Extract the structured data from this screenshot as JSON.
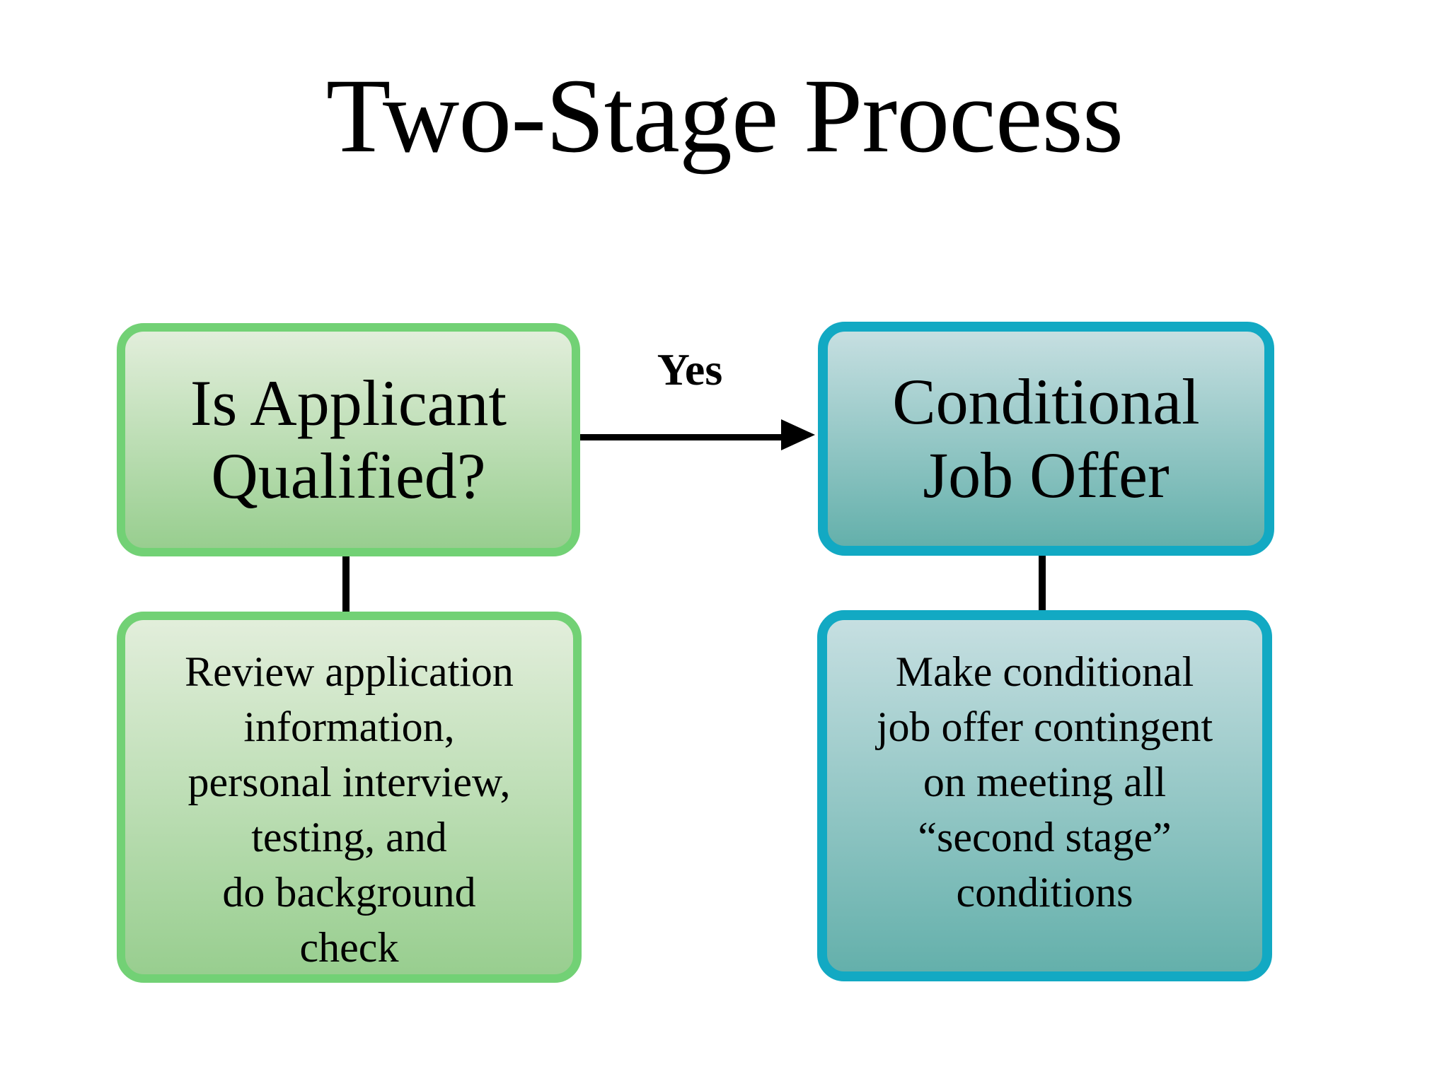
{
  "title": "Two-Stage Process",
  "diagram": {
    "arrow_label": "Yes",
    "boxes": {
      "qualified": {
        "lines": [
          "Is Applicant",
          "Qualified?"
        ]
      },
      "offer": {
        "lines": [
          "Conditional",
          "Job Offer"
        ]
      },
      "review": {
        "lines": [
          "Review application",
          "information,",
          "personal interview,",
          "testing, and",
          "do background",
          "check"
        ]
      },
      "conditions": {
        "lines": [
          "Make conditional",
          "job offer contingent",
          "on meeting all",
          "“second stage”",
          "conditions"
        ]
      }
    }
  },
  "colors": {
    "background": "#ffffff",
    "text": "#000000",
    "green_border": "#72d175",
    "green_fill_top": "#e2eedb",
    "green_fill_bottom": "#98ce8f",
    "teal_border": "#12a9c3",
    "teal_fill_top": "#c6dfe1",
    "teal_fill_bottom": "#64b0ab",
    "connector": "#000000"
  }
}
